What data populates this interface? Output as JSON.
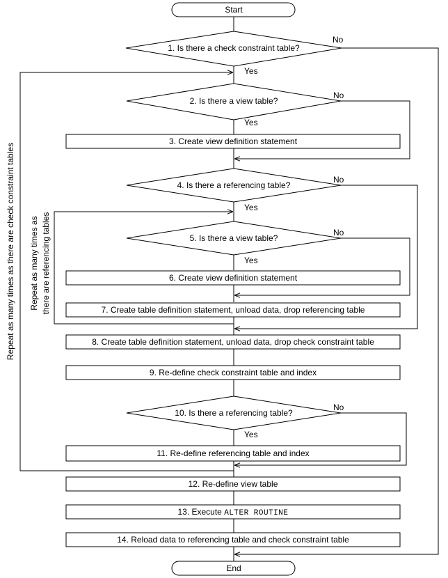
{
  "terminals": {
    "start": "Start",
    "end": "End"
  },
  "decisions": {
    "d1": "1. Is there a check constraint table?",
    "d2": "2. Is there a view table?",
    "d4": "4. Is there a referencing table?",
    "d5": "5. Is there a view table?",
    "d10": "10. Is there a referencing table?"
  },
  "steps": {
    "s3": "3. Create view definition statement",
    "s6": "6. Create view definition statement",
    "s7": "7. Create table definition statement, unload data, drop referencing table",
    "s8": "8. Create table definition statement, unload data, drop check constraint table",
    "s9": "9. Re-define check constraint table and index",
    "s11": "11. Re-define referencing table and index",
    "s12": "12. Re-define view table",
    "s13_prefix": "13. Execute ",
    "s13_code": "ALTER ROUTINE",
    "s14": "14. Reload data to referencing table and check constraint table"
  },
  "branch_labels": {
    "yes": "Yes",
    "no": "No"
  },
  "loop_labels": {
    "outer": "Repeat as many times as there are check constraint tables",
    "inner_line1": "Repeat as many times as",
    "inner_line2": "there are referencing tables"
  }
}
